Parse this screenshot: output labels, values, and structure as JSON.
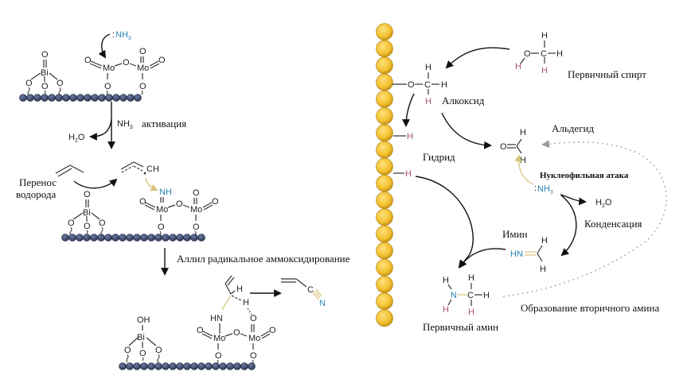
{
  "colors": {
    "bead_blue": "#3d4a6b",
    "bead_gold": "#f2c12e",
    "nitrogen": "#2a86b5",
    "hydrogen_pink": "#b0506e",
    "yellow_arrow": "#d8c27a"
  },
  "left_panel": {
    "stage1": {
      "ammonia": "NH",
      "ammonia_sub": "3",
      "bi": "Bi",
      "mo": "Mo",
      "o": "O"
    },
    "step1": {
      "reagent": "NH",
      "reagent_sub": "3",
      "label": "активация",
      "byproduct": "H",
      "byproduct_sub": "2",
      "byproduct_tail": "O"
    },
    "stage2": {
      "transfer_label_line1": "Перенос",
      "transfer_label_line2": "водорода",
      "ch": "CH",
      "nh": "NH",
      "bi": "Bi",
      "mo": "Mo",
      "o": "O"
    },
    "step2": {
      "label": "Аллил радикальное аммоксидирование"
    },
    "stage3": {
      "oh": "OH",
      "bi": "Bi",
      "hn": "HN",
      "h": "H",
      "mo": "Mo",
      "o": "O",
      "c": "C",
      "n": "N"
    }
  },
  "right_panel": {
    "primary_alcohol": {
      "label": "Первичный спирт",
      "o": "O",
      "c": "C",
      "h": "H"
    },
    "alkoxide": {
      "label": "Алкоксид",
      "o": "O",
      "c": "C",
      "h": "H"
    },
    "hydride": {
      "label": "Гидрид",
      "h": "H"
    },
    "aldehyde": {
      "label": "Альдегид",
      "o": "O",
      "h": "H"
    },
    "nucleophilic_attack": {
      "label": "Нуклеофильная атака",
      "nh": "NH",
      "nh_sub": "3"
    },
    "water": {
      "h": "H",
      "sub": "2",
      "o": "O"
    },
    "condensation": {
      "label": "Конденсация"
    },
    "imine": {
      "label": "Имин",
      "hn": "HN",
      "h": "H"
    },
    "primary_amine": {
      "label": "Первичный амин",
      "n": "N",
      "c": "C",
      "h": "H"
    },
    "secondary_amine": {
      "label": "Образование вторичного амина"
    }
  }
}
